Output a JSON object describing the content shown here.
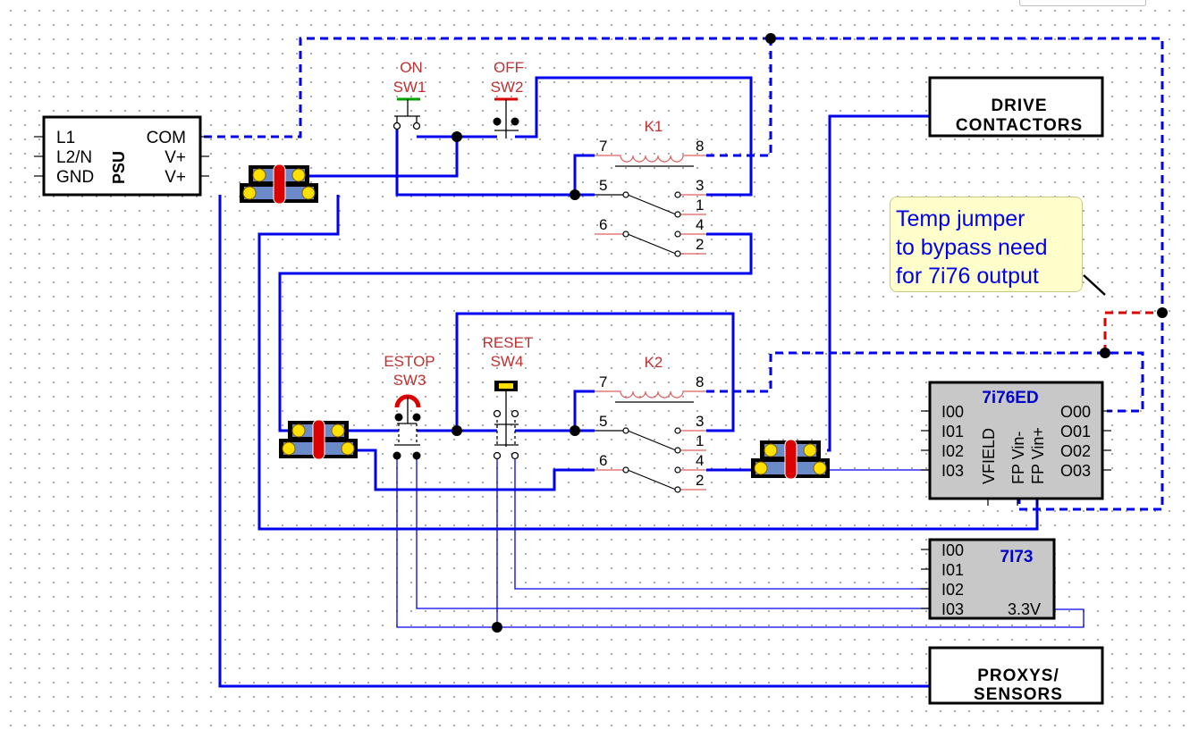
{
  "psu": {
    "left_labels": [
      "L1",
      "L2/N",
      "GND"
    ],
    "right_labels": [
      "COM",
      "V+",
      "V+"
    ],
    "title": "PSU"
  },
  "switches": {
    "sw1": {
      "state": "ON",
      "name": "SW1"
    },
    "sw2": {
      "state": "OFF",
      "name": "SW2"
    },
    "sw3": {
      "state": "ESTOP",
      "name": "SW3"
    },
    "sw4": {
      "state": "RESET",
      "name": "SW4"
    }
  },
  "relays": {
    "k1": {
      "name": "K1",
      "coil_pins": [
        "7",
        "8"
      ],
      "contact_pins": [
        "5",
        "3",
        "1",
        "6",
        "4",
        "2"
      ]
    },
    "k2": {
      "name": "K2",
      "coil_pins": [
        "7",
        "8"
      ],
      "contact_pins": [
        "5",
        "3",
        "1",
        "6",
        "4",
        "2"
      ]
    }
  },
  "boxes": {
    "drive": [
      "DRIVE",
      "CONTACTORS"
    ],
    "proxys": [
      "PROXYS/",
      "SENSORS"
    ]
  },
  "board_7i76": {
    "title": "7i76ED",
    "inputs": [
      "I00",
      "I01",
      "I02",
      "I03"
    ],
    "outputs": [
      "O00",
      "O01",
      "O02",
      "O03"
    ],
    "vertical_labels": [
      "VFIELD",
      "FP Vin-",
      "FP Vin+"
    ]
  },
  "board_7i73": {
    "title": "7I73",
    "inputs": [
      "I00",
      "I01",
      "I02",
      "I03"
    ],
    "supply": "3.3V"
  },
  "note": {
    "lines": [
      "Temp jumper",
      "to bypass need",
      "for 7i76 output"
    ]
  },
  "colors": {
    "wire": "#0000ee",
    "jumper": "#dd0000",
    "label_red": "#c03030",
    "component": "#000000",
    "board_fill": "#c8c8c8",
    "note_fill": "#ffffcc"
  }
}
